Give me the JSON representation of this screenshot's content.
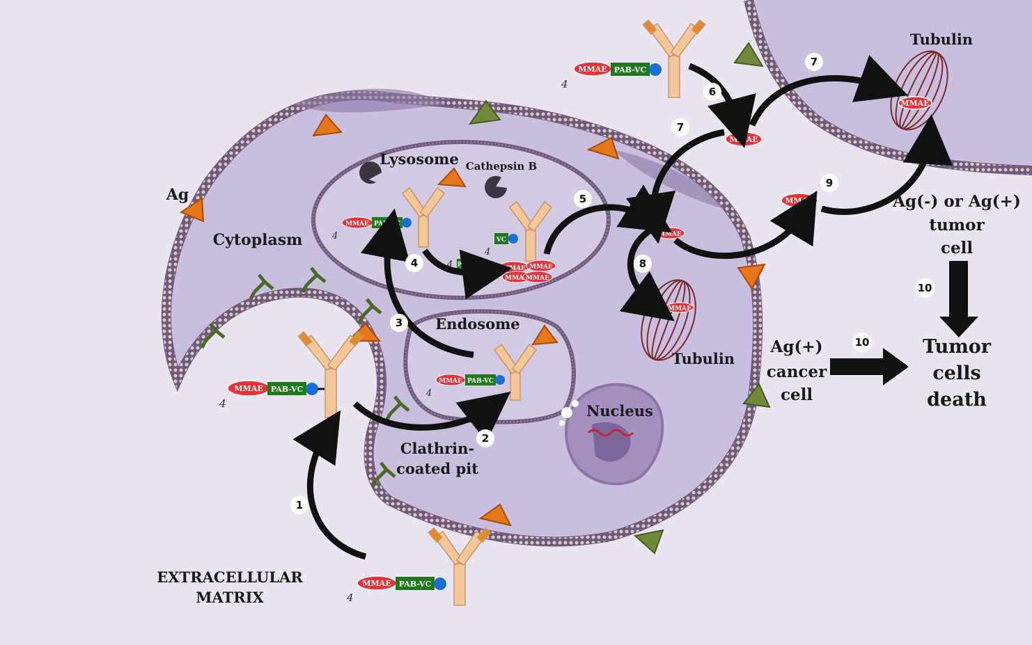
{
  "labels": {
    "ag": "Ag",
    "cytoplasm": "Cytoplasm",
    "lysosome": "Lysosome",
    "cathepsin": "Cathepsin B",
    "endosome": "Endosome",
    "clathrin1": "Clathrin-",
    "clathrin2": "coated pit",
    "nucleus": "Nucleus",
    "tubulin_inner": "Tubulin",
    "tubulin_outer": "Tubulin",
    "ecm1": "EXTRACELLULAR",
    "ecm2": "MATRIX",
    "agpos1": "Ag(+)",
    "agpos2": "cancer",
    "agpos3": "cell",
    "agneg1": "Ag(-) or Ag(+)",
    "agneg2": "tumor",
    "agneg3": "cell",
    "death1": "Tumor",
    "death2": "cells",
    "death3": "death"
  },
  "tags": {
    "mmae": "MMAE",
    "pabvc": "PAB-VC",
    "vc": "VC",
    "pab": "PAB",
    "four": "4"
  },
  "steps": [
    "1",
    "2",
    "3",
    "4",
    "5",
    "6",
    "7",
    "7",
    "8",
    "9",
    "10",
    "10"
  ],
  "colors": {
    "background": "#e9e4f0",
    "cytoplasm": "#c9bedd",
    "membrane": "#6e5a80",
    "antibody": "#f3c79a",
    "antibody_tip": "#e58a2a",
    "antigen_orange": "#e5761a",
    "antigen_green": "#6f8a3a",
    "mmae": "#e8323a",
    "pabvc": "#1f7a1f",
    "linker_ball": "#1b6fd0",
    "tubulin": "#7a2a2a"
  }
}
